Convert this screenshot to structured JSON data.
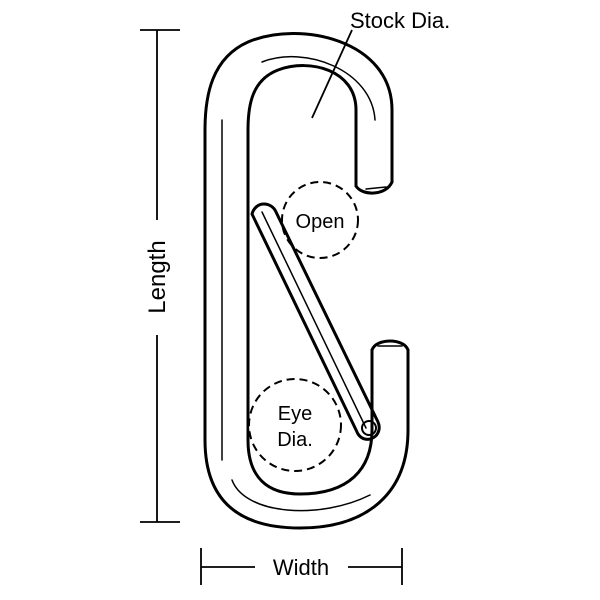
{
  "labels": {
    "stock_dia": "Stock Dia.",
    "open": "Open",
    "eye_line1": "Eye",
    "eye_line2": "Dia.",
    "length": "Length",
    "width": "Width"
  },
  "colors": {
    "stroke": "#000000",
    "background": "#ffffff"
  }
}
